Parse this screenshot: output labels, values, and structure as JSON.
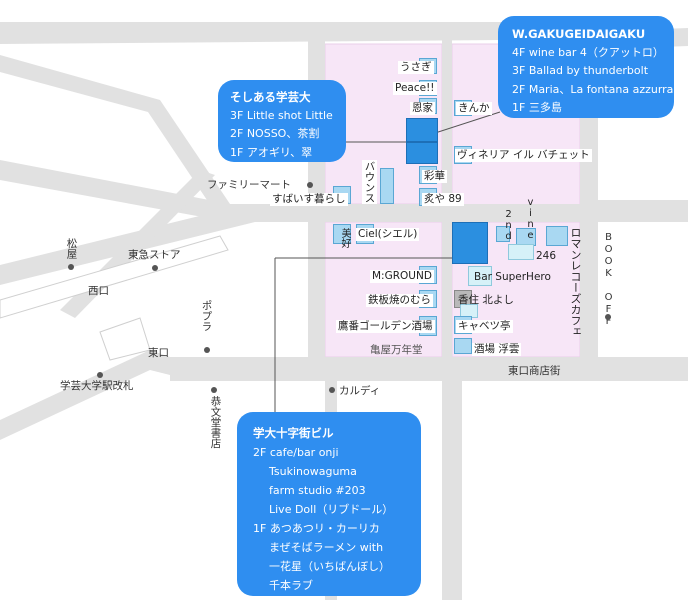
{
  "callouts": {
    "w_gakugei": {
      "title": "W.GAKUGEIDAIGAKU",
      "lines": [
        "4F wine bar 4（クアットロ）",
        "3F Ballad by thunderbolt",
        "2F Maria、La fontana azzurra",
        "1F 三多島"
      ]
    },
    "soshiaru": {
      "title": "そしある学芸大",
      "lines": [
        "3F Little shot Little",
        "2F NOSSO、茶割",
        "1F アオギリ、翠"
      ]
    },
    "jujigai": {
      "title": "学大十字街ビル",
      "lines": [
        "2F cafe/bar onji",
        "Tsukinowaguma",
        "farm studio #203",
        "Live Doll（リブドール）",
        "1F あつあつリ・カーリカ",
        "まぜそばラーメン with",
        "一花星（いちばんぼし）",
        "千本ラブ"
      ]
    }
  },
  "shops": {
    "usagi": "うさぎ",
    "peace": "Peace!!",
    "onya": "恩家",
    "kinka": "きんか",
    "vineria": "ヴィネリア イル バチェット",
    "saika": "彩華",
    "enya": "炙や 89",
    "bounce": "バウンス",
    "subaishu": "すばいす暮らし",
    "miyoshi": "美好",
    "ciel": "Ciel(シエル)",
    "mground": "M:GROUND",
    "teppanyaki": "鉄板焼のむら",
    "takaka": "鷹番ゴールデン酒場",
    "superhero": "Bar SuperHero",
    "kozumi": "香住 北よし",
    "cabbage": "キャベツ亭",
    "sakaba": "酒場 浮雲",
    "second_vine_a": "2nd",
    "second_vine_b": "vine",
    "n246": "246",
    "romance": "ロマンレコーズカフェ"
  },
  "landmarks": {
    "familymart": "ファミリーマート",
    "matsuya": "松屋",
    "tokyu": "東急ストア",
    "nishiguchi": "西口",
    "higashiguchi": "東口",
    "gakugei_gate": "学芸大学駅改札",
    "popura": "ポプラ",
    "kyobundo": "恭文堂書店",
    "kameya": "亀屋万年堂",
    "kaldi": "カルディ",
    "higashiguchi_st": "東口商店街",
    "bookoff": "BOOK OFF"
  },
  "colors": {
    "callout_blue": "#2f8ef0",
    "area_pink": "#f7e6f7",
    "road_gray": "#e1e1e1",
    "building_blue": "#2b8fe0",
    "building_light": "#a9d8f2"
  }
}
